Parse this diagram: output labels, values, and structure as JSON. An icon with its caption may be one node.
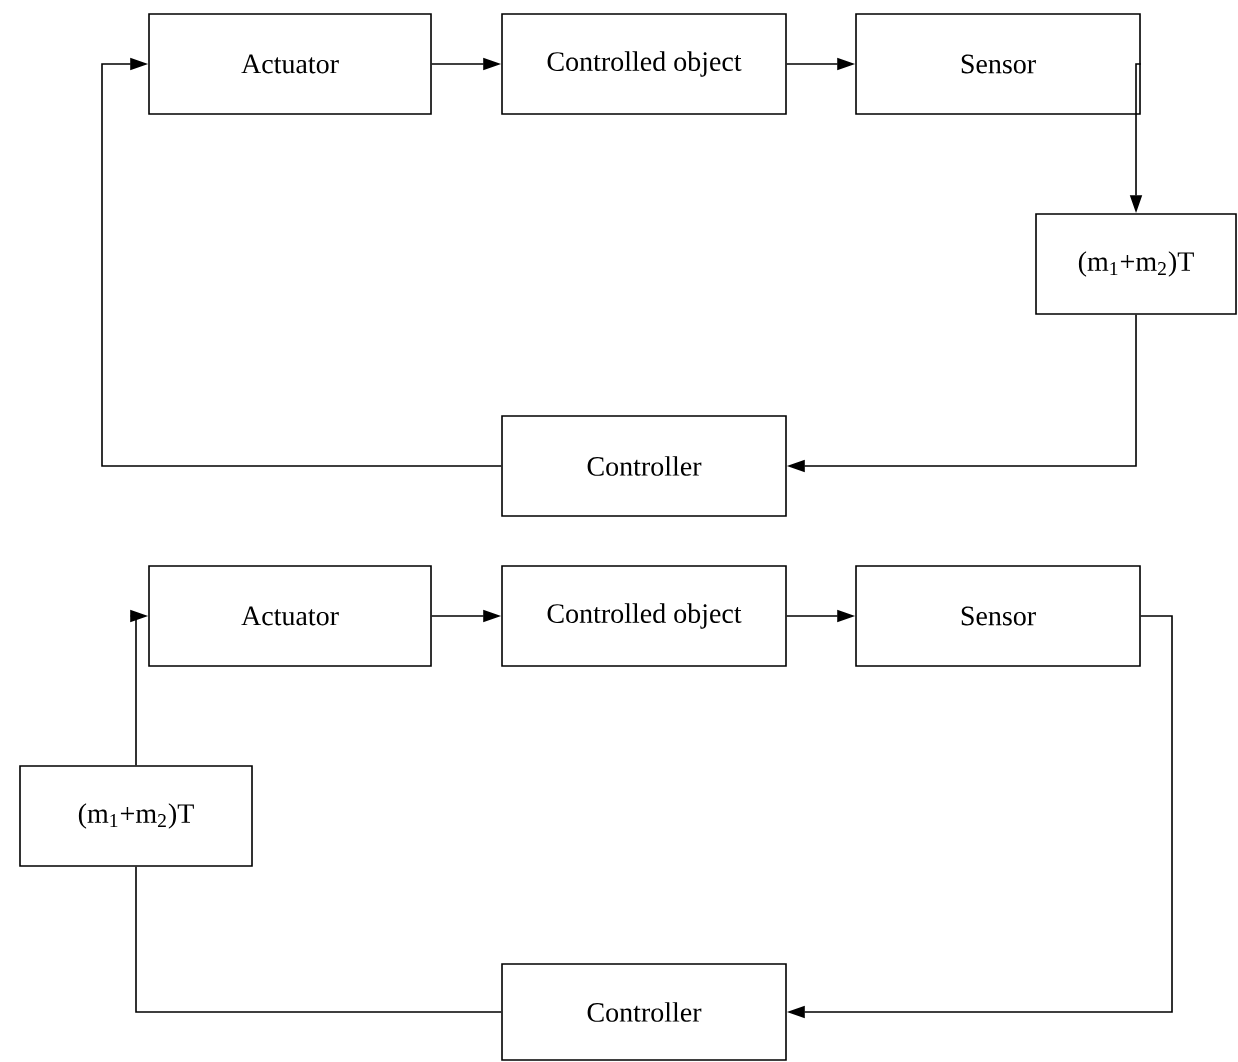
{
  "diagram": {
    "nodes": [
      {
        "text": [
          "Actuator"
        ]
      },
      {
        "text": [
          "Controlled object"
        ]
      },
      {
        "text": [
          "Sensor"
        ]
      },
      {
        "text": [
          "(m$_{1}$+m$_{2}$)T"
        ]
      },
      {
        "text": [
          "Controller"
        ]
      },
      {
        "text": [
          "Actuator"
        ]
      },
      {
        "text": [
          "Controlled object"
        ]
      },
      {
        "text": [
          "Sensor"
        ]
      },
      {
        "text": [
          "(m$_{1}$+m$_{2}$)T"
        ]
      },
      {
        "text": [
          "Controller"
        ]
      }
    ],
    "edges": [
      {
        "from": 0,
        "to": 1,
        "arrow": "to"
      },
      {
        "from": 1,
        "to": 2,
        "arrow": "to"
      },
      {
        "from": 2,
        "to": 3,
        "arrow": "to"
      },
      {
        "from": 3,
        "to": 4,
        "arrow": "to"
      },
      {
        "from": 4,
        "to": 0,
        "arrow": "to"
      },
      {
        "from": 5,
        "to": 6,
        "arrow": "to"
      },
      {
        "from": 6,
        "to": 7,
        "arrow": "to"
      },
      {
        "from": 7,
        "to": 9,
        "arrow": "to"
      },
      {
        "from": 9,
        "to": 8,
        "arrow": "none"
      },
      {
        "from": 8,
        "to": 5,
        "arrow": "to"
      }
    ]
  }
}
